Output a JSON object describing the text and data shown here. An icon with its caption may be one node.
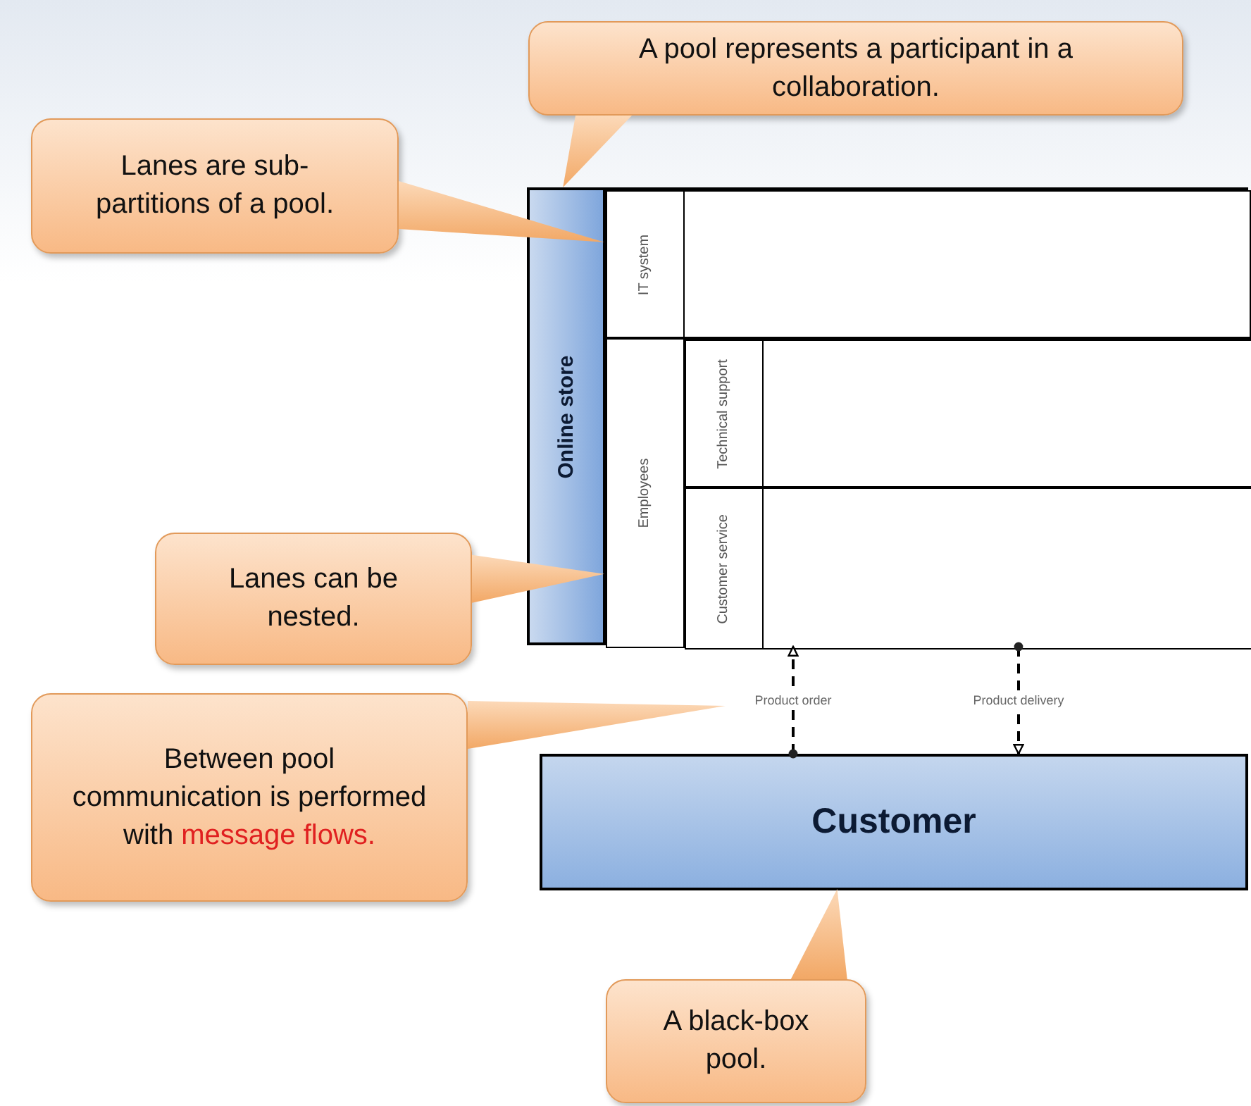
{
  "diagram": {
    "nodes": [
      {
        "text": [
          "A pool represents a participant in a collaboration."
        ]
      },
      {
        "text": [
          "Lanes are sub-partitions of a pool."
        ]
      },
      {
        "text": [
          "Online store"
        ]
      },
      {
        "text": [
          "IT system"
        ],
        "in": 2
      },
      {
        "text": [
          "Employees"
        ],
        "in": 2
      },
      {
        "text": [
          "Technical support"
        ],
        "in": 4
      },
      {
        "text": [
          "Customer service"
        ],
        "in": 4
      },
      {
        "text": [
          "Lanes can be nested."
        ]
      },
      {
        "text": [
          "Between pool communication is performed with *message flows.*"
        ]
      },
      {
        "text": [
          "Customer"
        ]
      },
      {
        "text": [
          "A black-box pool."
        ]
      }
    ],
    "edges": [
      {
        "from": 0,
        "to": 2,
        "arrow": "to"
      },
      {
        "from": 1,
        "to": 3,
        "arrow": "to"
      },
      {
        "from": 7,
        "to": 4,
        "arrow": "to"
      },
      {
        "from": 8,
        "to": null,
        "arrow": "to"
      },
      {
        "from": 10,
        "to": 9,
        "arrow": "to"
      },
      {
        "from": 9,
        "to": 6,
        "arrow": "to",
        "label": "Product order",
        "style": "dashed",
        "color": "#000000"
      },
      {
        "from": 6,
        "to": 9,
        "arrow": "to",
        "label": "Product delivery",
        "style": "dashed",
        "color": "#000000"
      }
    ]
  }
}
